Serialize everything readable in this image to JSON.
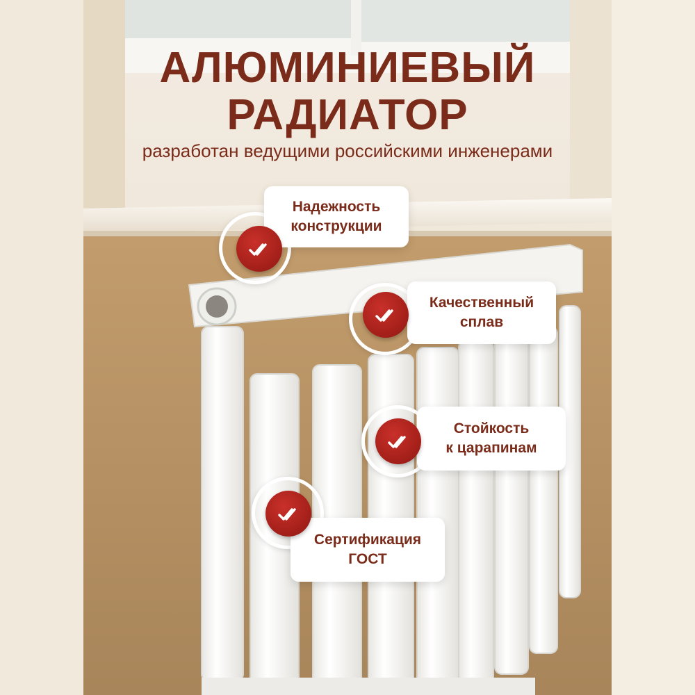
{
  "header": {
    "title_line1": "АЛЮМИНИЕВЫЙ",
    "title_line2": "РАДИАТОР",
    "subtitle": "разработан ведущими российскими инженерами"
  },
  "features": [
    {
      "line1": "Надежность",
      "line2": "конструкции"
    },
    {
      "line1": "Качественный",
      "line2": "сплав"
    },
    {
      "line1": "Стойкость",
      "line2": "к царапинам"
    },
    {
      "line1": "Сертификация",
      "line2": "ГОСТ"
    }
  ],
  "colors": {
    "brand_text": "#7a2b1a",
    "badge_red": "#b0241e",
    "wall": "#b99466",
    "radiator": "#f5f4f1"
  },
  "icons": {
    "feature_badge": "double-check-icon"
  }
}
